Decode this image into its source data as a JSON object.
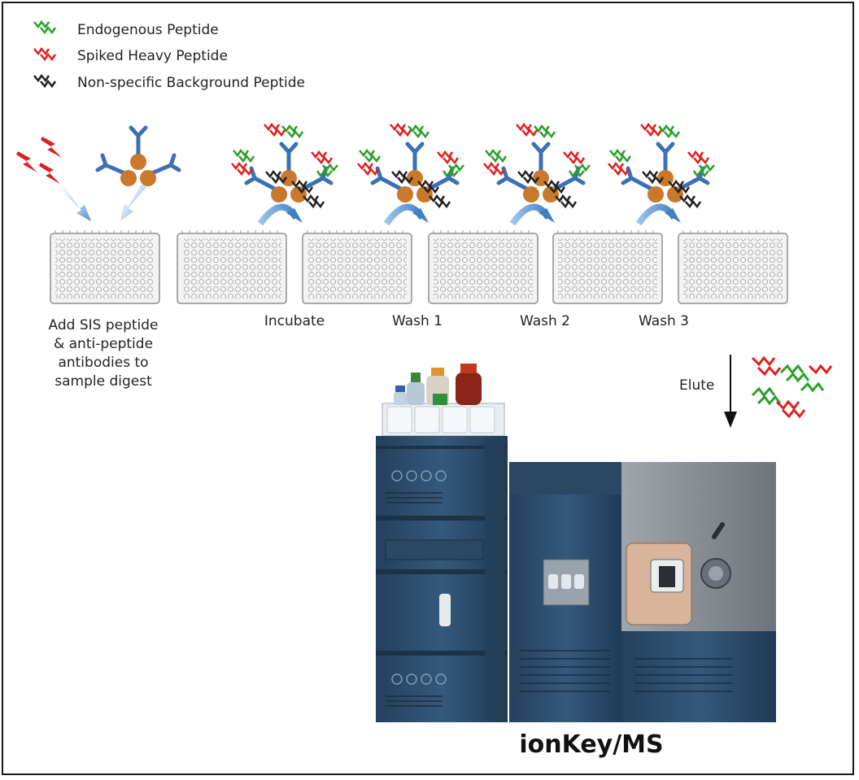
{
  "legend": [
    {
      "label": "Endogenous Peptide",
      "color": "#2aa02a"
    },
    {
      "label": "Spiked Heavy Peptide",
      "color": "#e02020"
    },
    {
      "label": "Non-specific Background Peptide",
      "color": "#222222"
    }
  ],
  "steps": {
    "add": [
      "Add SIS  peptide",
      "& anti-peptide",
      "antibodies to",
      "sample digest"
    ],
    "incubate": "Incubate",
    "wash1": "Wash 1",
    "wash2": "Wash 2",
    "wash3": "Wash 3",
    "elute": "Elute"
  },
  "instrument": {
    "label": "ionKey/MS",
    "body_color": "#2f4e6b",
    "ms_panel_color": "#8c929a"
  },
  "colors": {
    "antibody": "#3b6fb6",
    "bead": "#c9782c",
    "arrow": "#5b9bd5",
    "plate": "#f2f2f2",
    "plate_well": "#cfcfcf"
  }
}
